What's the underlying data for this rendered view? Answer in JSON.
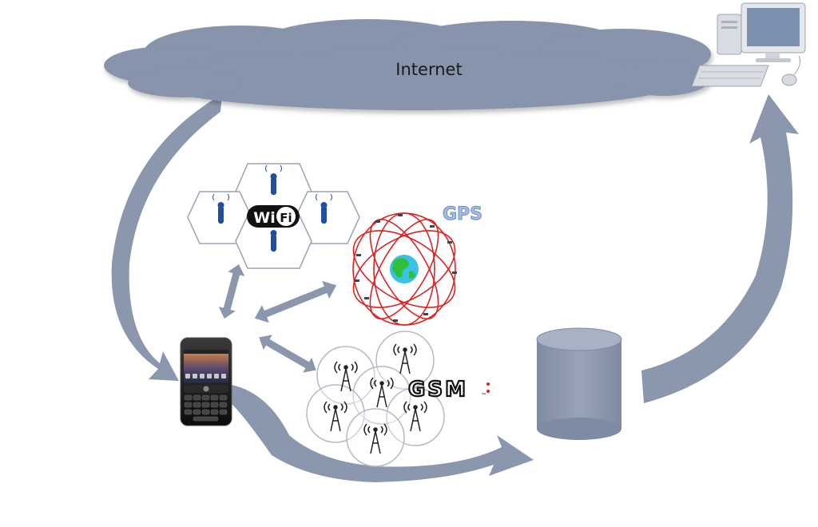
{
  "cloud": {
    "label": "Internet"
  },
  "wifi": {
    "logo_left": "Wi",
    "logo_right": "Fi"
  },
  "gps": {
    "label": "GPS"
  },
  "gsm": {
    "label": "GSM",
    "trademark": "™"
  },
  "colors": {
    "arrow": "#8b97ad",
    "cloud": "#8794ab",
    "hex_stroke": "#9aa3b5",
    "wifi_blue": "#1f4fa0",
    "gps_orbit": "#dd2222",
    "gps_label": "#6f8fbf",
    "earth_water": "#39c1e6",
    "earth_land": "#2fbf3a",
    "database": "#8b97ad",
    "gsm_ring": "#b4bac6"
  }
}
